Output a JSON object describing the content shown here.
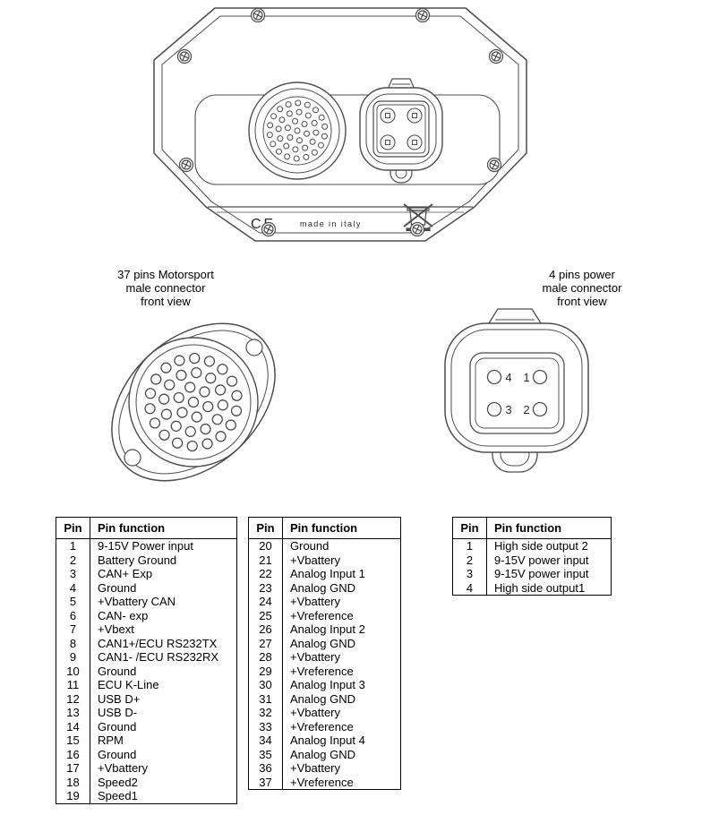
{
  "device_rear": {
    "ce_mark": "CE",
    "made_in_label": "made in italy"
  },
  "motorsport_connector": {
    "label_lines": [
      "37 pins Motorsport",
      "male connector",
      "front view"
    ],
    "pin_count": 37
  },
  "power_connector": {
    "label_lines": [
      "4 pins power",
      "male connector",
      "front view"
    ],
    "pin_labels": {
      "top_left": "4",
      "top_right": "1",
      "bottom_left": "3",
      "bottom_right": "2"
    }
  },
  "tables": [
    {
      "headers": [
        "Pin",
        "Pin function"
      ],
      "rows": [
        [
          "1",
          "9-15V Power input"
        ],
        [
          "2",
          "Battery Ground"
        ],
        [
          "3",
          "CAN+ Exp"
        ],
        [
          "4",
          "Ground"
        ],
        [
          "5",
          "+Vbattery CAN"
        ],
        [
          "6",
          "CAN- exp"
        ],
        [
          "7",
          "+Vbext"
        ],
        [
          "8",
          "CAN1+/ECU RS232TX"
        ],
        [
          "9",
          "CAN1- /ECU RS232RX"
        ],
        [
          "10",
          "Ground"
        ],
        [
          "11",
          "ECU K-Line"
        ],
        [
          "12",
          "USB D+"
        ],
        [
          "13",
          "USB D-"
        ],
        [
          "14",
          "Ground"
        ],
        [
          "15",
          "RPM"
        ],
        [
          "16",
          "Ground"
        ],
        [
          "17",
          "+Vbattery"
        ],
        [
          "18",
          "Speed2"
        ],
        [
          "19",
          "Speed1"
        ]
      ]
    },
    {
      "headers": [
        "Pin",
        "Pin function"
      ],
      "rows": [
        [
          "20",
          "Ground"
        ],
        [
          "21",
          "+Vbattery"
        ],
        [
          "22",
          "Analog Input 1"
        ],
        [
          "23",
          "Analog GND"
        ],
        [
          "24",
          "+Vbattery"
        ],
        [
          "25",
          "+Vreference"
        ],
        [
          "26",
          "Analog Input 2"
        ],
        [
          "27",
          "Analog GND"
        ],
        [
          "28",
          "+Vbattery"
        ],
        [
          "29",
          "+Vreference"
        ],
        [
          "30",
          "Analog Input 3"
        ],
        [
          "31",
          "Analog GND"
        ],
        [
          "32",
          "+Vbattery"
        ],
        [
          "33",
          "+Vreference"
        ],
        [
          "34",
          "Analog Input 4"
        ],
        [
          "35",
          "Analog GND"
        ],
        [
          "36",
          "+Vbattery"
        ],
        [
          "37",
          "+Vreference"
        ]
      ]
    },
    {
      "headers": [
        "Pin",
        "Pin function"
      ],
      "rows": [
        [
          "1",
          "High side output 2"
        ],
        [
          "2",
          "9-15V power input"
        ],
        [
          "3",
          "9-15V power input"
        ],
        [
          "4",
          "High side output1"
        ]
      ]
    }
  ]
}
